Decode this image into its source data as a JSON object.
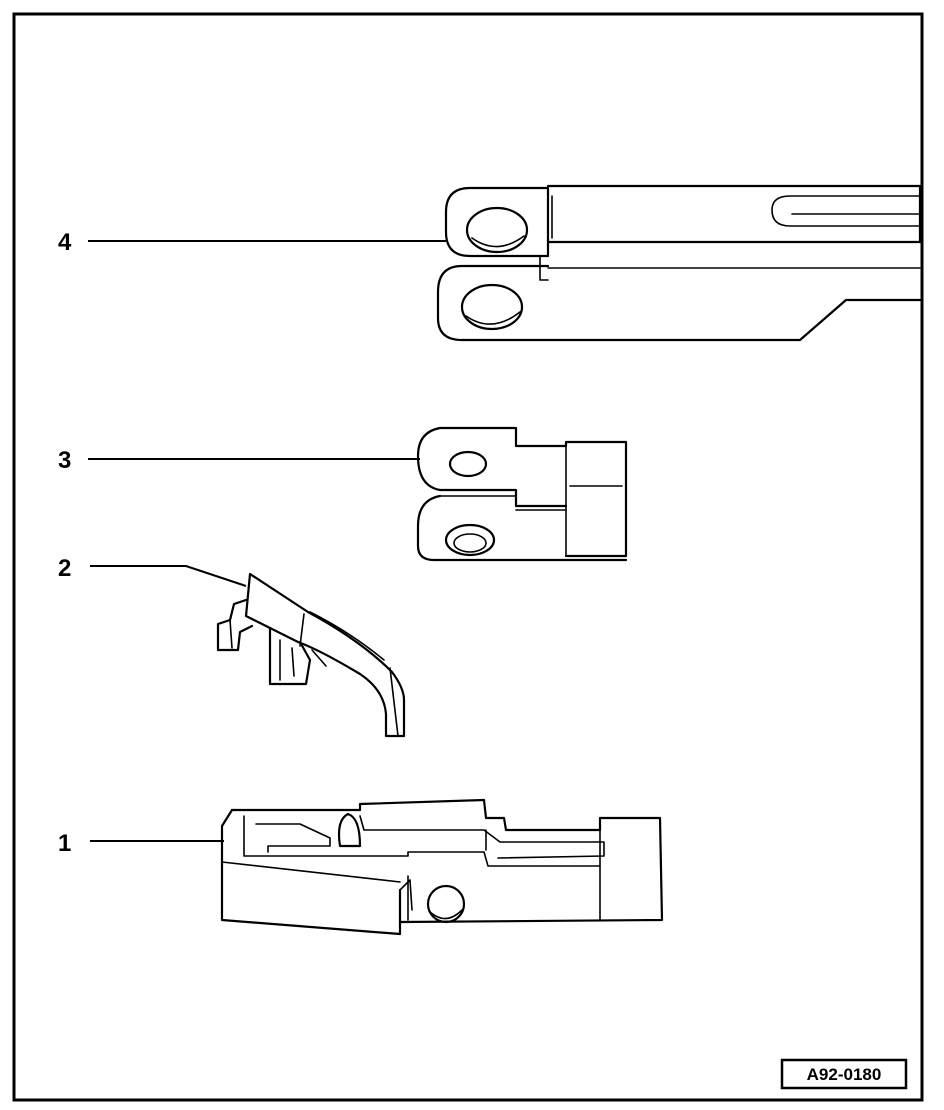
{
  "diagram": {
    "callouts": [
      {
        "id": "1",
        "label": "1"
      },
      {
        "id": "2",
        "label": "2"
      },
      {
        "id": "3",
        "label": "3"
      },
      {
        "id": "4",
        "label": "4"
      }
    ],
    "reference_code": "A92-0180",
    "colors": {
      "line": "#000000",
      "background": "#ffffff"
    }
  }
}
